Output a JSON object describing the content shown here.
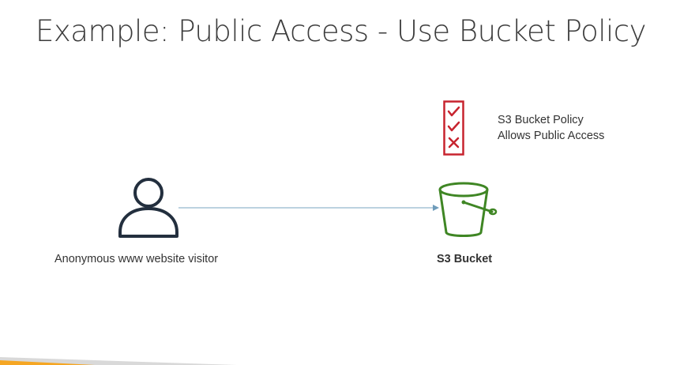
{
  "slide": {
    "title": "Example: Public Access - Use Bucket Policy"
  },
  "policy": {
    "line1": "S3 Bucket Policy",
    "line2": "Allows Public Access",
    "icon": "checklist-icon",
    "color": "#c7242f"
  },
  "visitor": {
    "label": "Anonymous www website visitor",
    "icon": "user-icon",
    "color": "#232f3e"
  },
  "bucket": {
    "label": "S3 Bucket",
    "icon": "bucket-icon",
    "color": "#3f8624"
  },
  "connector": {
    "color": "#7aa6c2"
  },
  "theme": {
    "footer_accent": "#f5a623",
    "footer_shadow": "#d9d9d9"
  }
}
